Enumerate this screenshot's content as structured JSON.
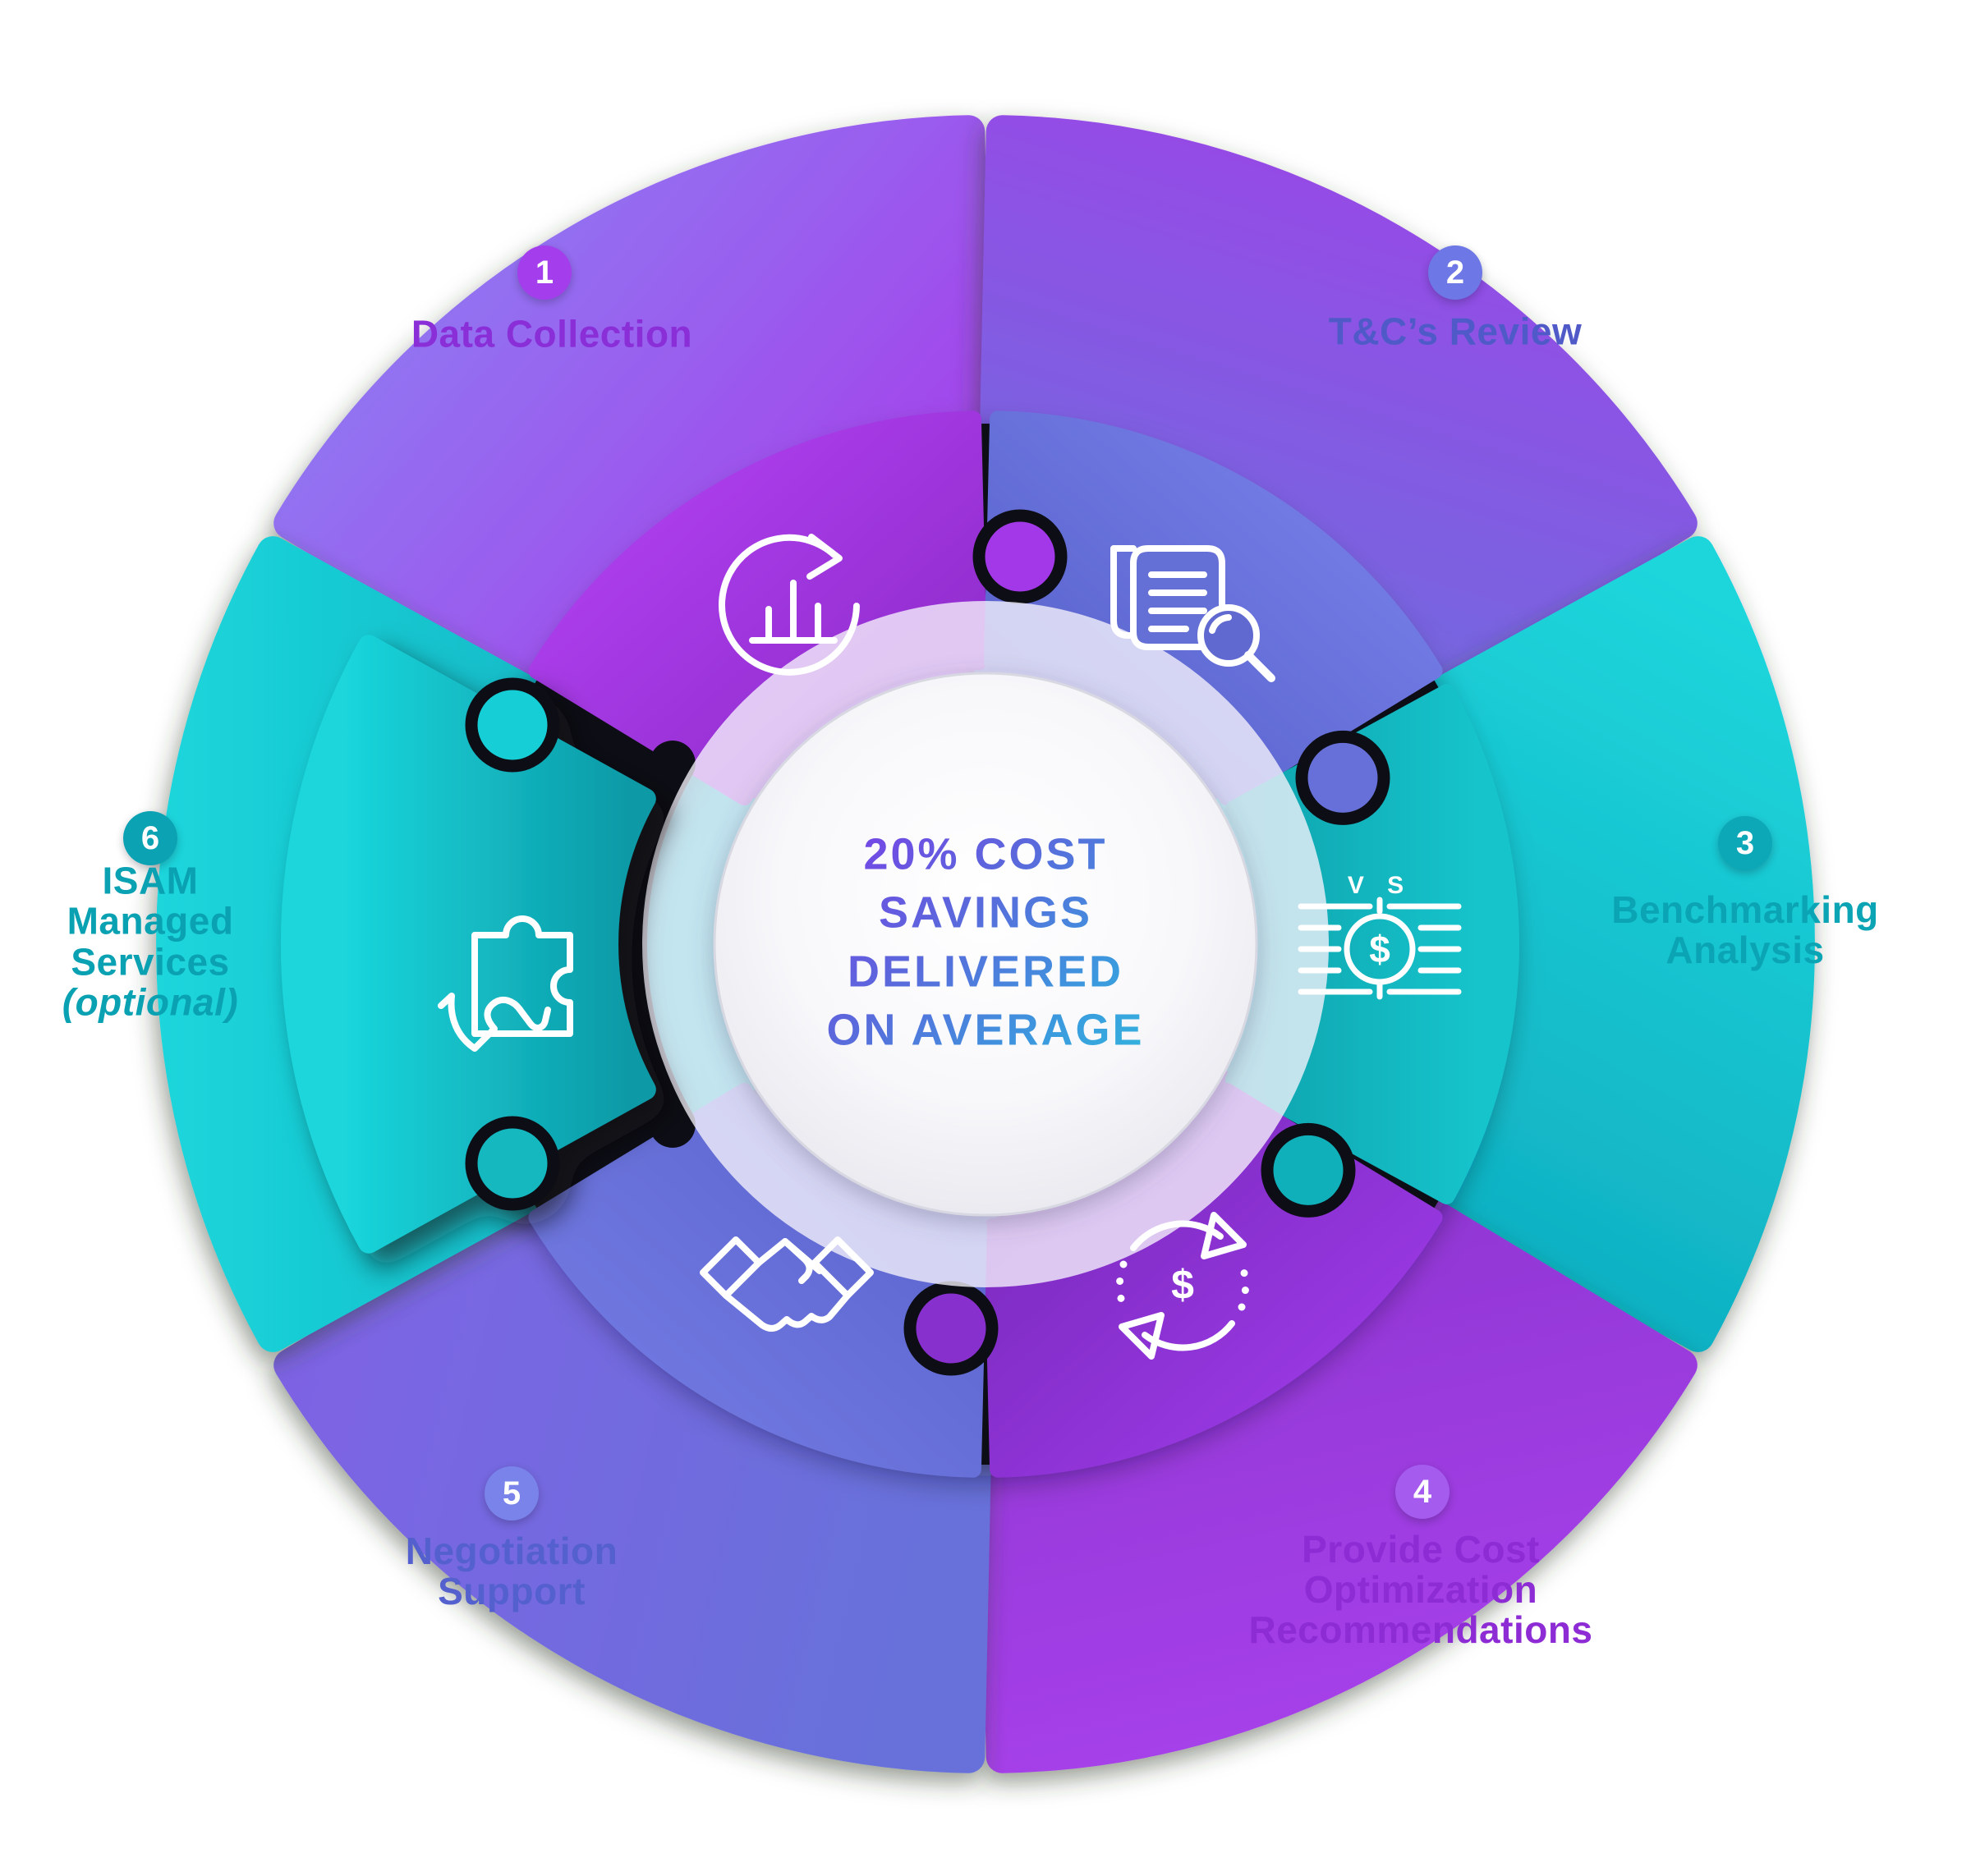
{
  "diagram": {
    "center_message": "20% COST\nSAVINGS\nDELIVERED\nON AVERAGE",
    "steps": [
      {
        "number": "1",
        "label": "Data Collection",
        "accent": "#A23CE8"
      },
      {
        "number": "2",
        "label": "T&C’s Review",
        "accent": "#6D77E6"
      },
      {
        "number": "3",
        "label": "Benchmarking\nAnalysis",
        "accent": "#0CA8B8"
      },
      {
        "number": "4",
        "label": "Provide Cost\nOptimization\nRecommendations",
        "accent": "#A55BEE"
      },
      {
        "number": "5",
        "label": "Negotiation\nSupport",
        "accent": "#7A83EA"
      },
      {
        "number": "6",
        "label": "ISAM\nManaged\nServices",
        "label_suffix": "(optional)",
        "accent": "#0BA3B4"
      }
    ],
    "icon_texts": {
      "vs": "V S",
      "dollar": "$"
    },
    "colors": {
      "purple": "#A23CE8",
      "periwinkle": "#6D77E6",
      "teal": "#12C4CC",
      "groove": "#0D0D15",
      "center_text_gradient_start": "#8136EA",
      "center_text_gradient_end": "#2EC3DC"
    }
  }
}
